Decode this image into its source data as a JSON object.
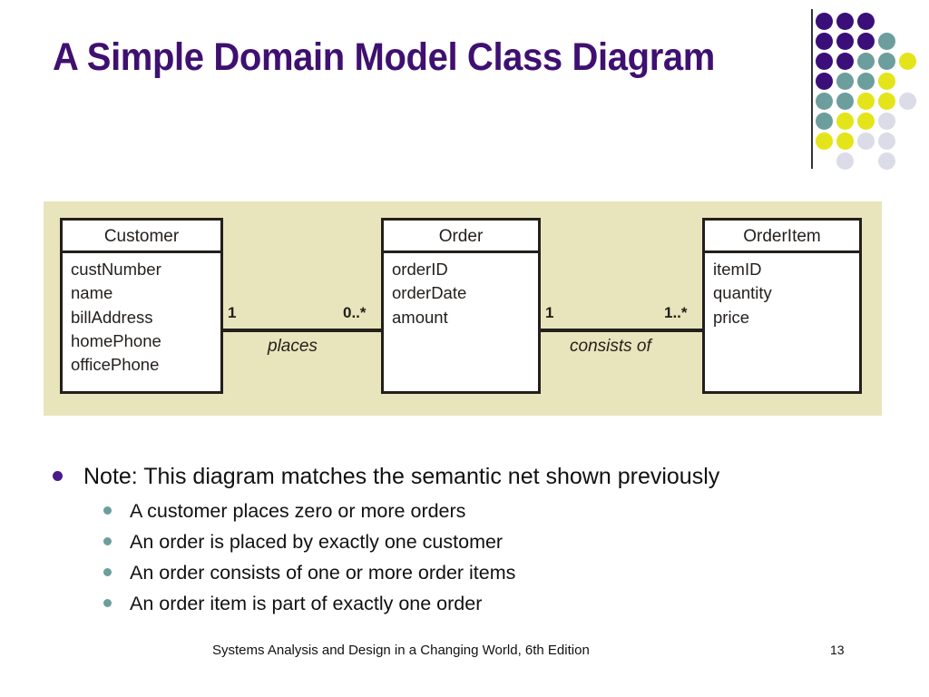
{
  "slide": {
    "title": "A Simple Domain Model Class Diagram",
    "title_color": "#3f1070",
    "background_color": "#ffffff"
  },
  "logo": {
    "name": "decorative-dot-grid",
    "rule_color": "#333333",
    "colors": {
      "purple": "#3a0f7a",
      "teal": "#6d9e9e",
      "yellow": "#e4e41b",
      "lightgray": "#dcdce8"
    },
    "rows": [
      [
        "purple",
        "purple",
        "purple",
        null,
        null
      ],
      [
        "purple",
        "purple",
        "purple",
        "teal",
        null
      ],
      [
        "purple",
        "purple",
        "teal",
        "teal",
        "yellow"
      ],
      [
        "purple",
        "teal",
        "teal",
        "yellow",
        null
      ],
      [
        "teal",
        "teal",
        "yellow",
        "yellow",
        "lightgray"
      ],
      [
        "teal",
        "yellow",
        "yellow",
        "lightgray",
        null
      ],
      [
        "yellow",
        "yellow",
        "lightgray",
        "lightgray",
        null
      ],
      [
        null,
        "lightgray",
        null,
        "lightgray",
        null
      ]
    ]
  },
  "diagram": {
    "panel_color": "#e8e5bc",
    "line_color": "#231f1c",
    "classes": [
      {
        "name": "Customer",
        "attributes": [
          "custNumber",
          "name",
          "billAddress",
          "homePhone",
          "officePhone"
        ]
      },
      {
        "name": "Order",
        "attributes": [
          "orderID",
          "orderDate",
          "amount"
        ]
      },
      {
        "name": "OrderItem",
        "attributes": [
          "itemID",
          "quantity",
          "price"
        ]
      }
    ],
    "associations": [
      {
        "label": "places",
        "source": "Customer",
        "target": "Order",
        "source_multiplicity": "1",
        "target_multiplicity": "0..*"
      },
      {
        "label": "consists of",
        "source": "Order",
        "target": "OrderItem",
        "source_multiplicity": "1",
        "target_multiplicity": "1..*"
      }
    ]
  },
  "bullets": {
    "level1": "Note: This diagram matches the semantic net shown previously",
    "level2": [
      "A customer places zero or more orders",
      "An order is placed by exactly one customer",
      "An order consists of one or more order items",
      "An order item is part of exactly one order"
    ]
  },
  "footer": {
    "source": "Systems Analysis and Design in a Changing World, 6th Edition",
    "page_number": "13"
  }
}
